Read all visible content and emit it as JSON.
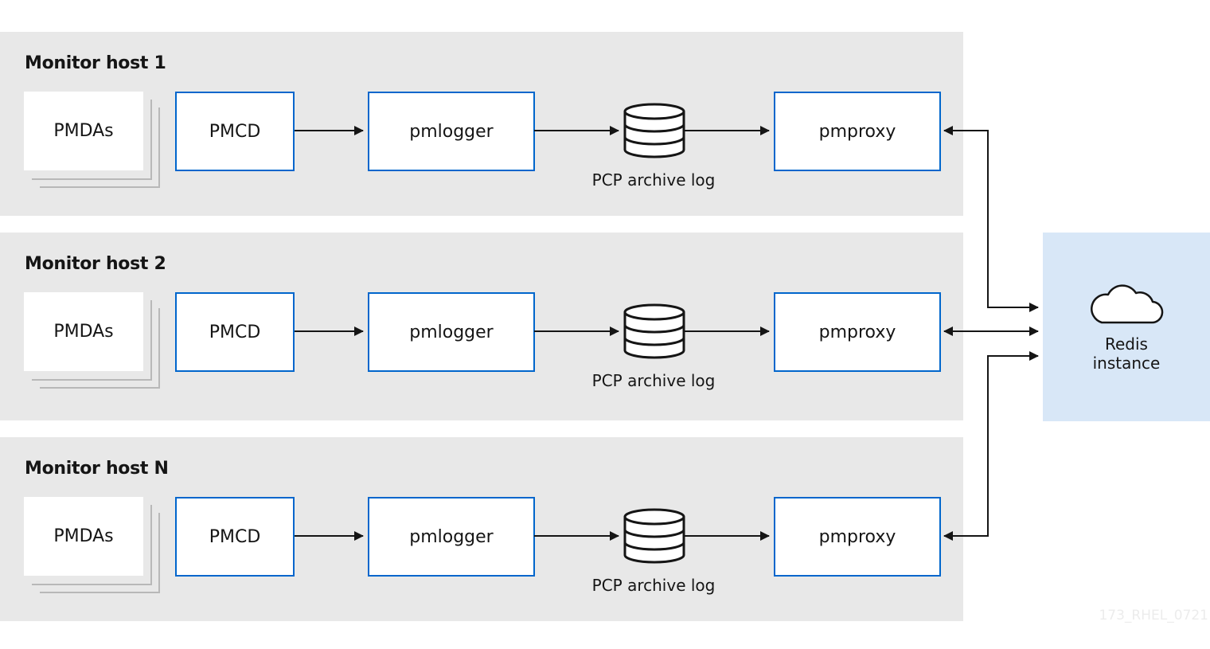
{
  "hosts": [
    {
      "title": "Monitor host 1",
      "pmdas": "PMDAs",
      "pmcd": "PMCD",
      "pmlogger": "pmlogger",
      "archive": "PCP archive log",
      "pmproxy": "pmproxy"
    },
    {
      "title": "Monitor host 2",
      "pmdas": "PMDAs",
      "pmcd": "PMCD",
      "pmlogger": "pmlogger",
      "archive": "PCP archive log",
      "pmproxy": "pmproxy"
    },
    {
      "title": "Monitor host N",
      "pmdas": "PMDAs",
      "pmcd": "PMCD",
      "pmlogger": "pmlogger",
      "archive": "PCP archive log",
      "pmproxy": "pmproxy"
    }
  ],
  "redis": {
    "line1": "Redis",
    "line2": "instance",
    "icon": "cloud-icon"
  },
  "watermark": "173_RHEL_0721",
  "colors": {
    "panel": "#e8e8e8",
    "box_border": "#0066cc",
    "redis_bg": "#d8e7f7",
    "arrow": "#151515"
  }
}
